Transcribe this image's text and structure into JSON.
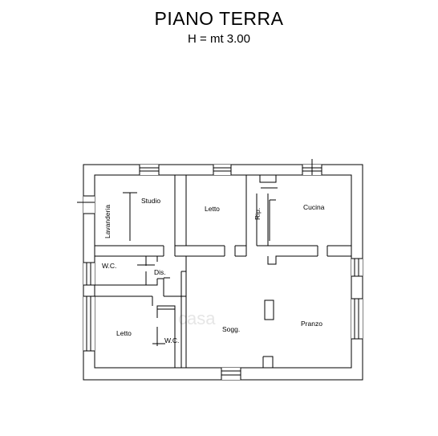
{
  "header": {
    "title": "PIANO TERRA",
    "subtitle": "H = mt 3.00"
  },
  "rooms": {
    "lavanderia": "Lavanderia",
    "studio": "Studio",
    "letto_top": "Letto",
    "rip": "Rip.",
    "cucina": "Cucina",
    "wc_top": "W.C.",
    "dis": "Dis.",
    "letto_bottom": "Letto",
    "wc_bottom": "W.C.",
    "sogg": "Sogg.",
    "pranzo": "Pranzo"
  },
  "watermark": "casa"
}
